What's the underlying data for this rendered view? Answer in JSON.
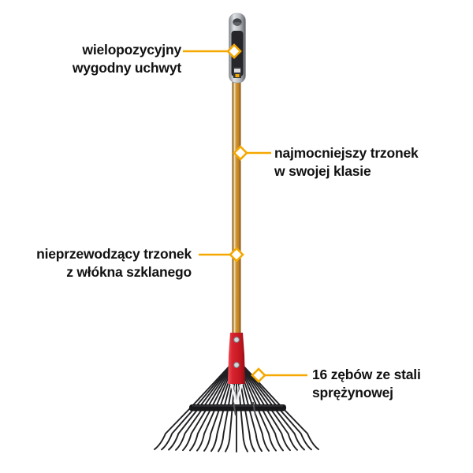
{
  "colors": {
    "accent": "#F5A800",
    "text": "#111111",
    "shaft": "#C8862B",
    "ferrule": "#CE2129",
    "tines": "#202024",
    "grip_dark": "#26262A",
    "grip_metal": "#C3C7CB"
  },
  "annotations": [
    {
      "id": "handle-grip",
      "label": "wielopozycyjny\nwygodny uchwyt"
    },
    {
      "id": "shaft-strength",
      "label": "najmocniejszy trzonek\nw swojej klasie"
    },
    {
      "id": "shaft-material",
      "label": "nieprzewodzący trzonek\nz włókna szklanego"
    },
    {
      "id": "tines-count",
      "label": "16 zębów ze stali\nsprężynowej"
    }
  ]
}
